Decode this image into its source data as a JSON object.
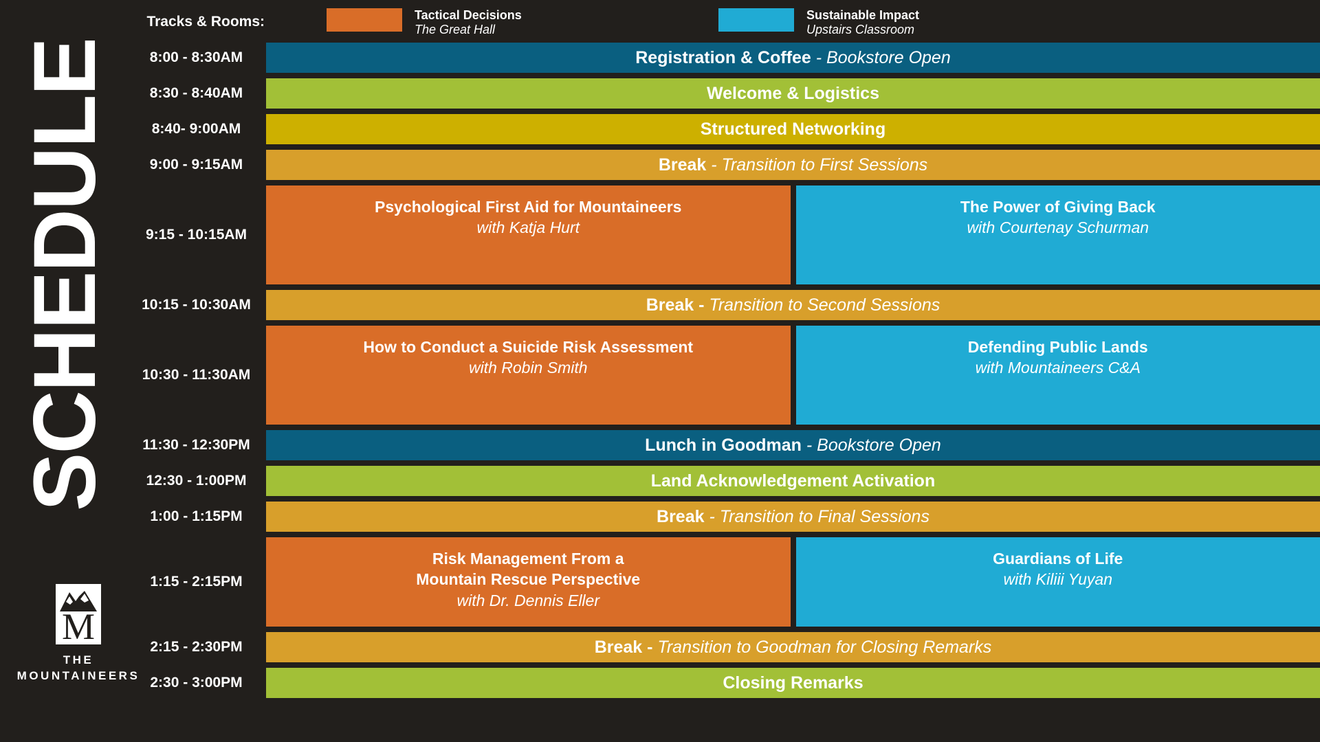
{
  "page": {
    "vertical_title": "SCHEDULE",
    "background_color": "#221f1c"
  },
  "logo": {
    "line1": "THE",
    "line2": "MOUNTAINEERS",
    "mark_name": "mountaineers-m-logo"
  },
  "legend": {
    "label": "Tracks & Rooms:",
    "items": [
      {
        "track": "Tactical Decisions",
        "room": "The Great Hall",
        "color": "#d96d28"
      },
      {
        "track": "Sustainable Impact",
        "room": "Upstairs Classroom",
        "color": "#20abd4"
      }
    ]
  },
  "colors": {
    "registration": "#0a5f80",
    "plenary": "#a2c037",
    "networking": "#cdb000",
    "break": "#d89f2b",
    "tactical": "#d96d28",
    "sustainable": "#20abd4"
  },
  "rows": [
    {
      "time": "8:00 - 8:30AM",
      "height": 46,
      "type": "full",
      "color": "#0a5f80",
      "title": "Registration & Coffee",
      "sub": " - Bookstore Open"
    },
    {
      "time": "8:30 - 8:40AM",
      "height": 46,
      "type": "full",
      "color": "#a2c037",
      "title": "Welcome & Logistics",
      "sub": ""
    },
    {
      "time": "8:40- 9:00AM",
      "height": 46,
      "type": "full",
      "color": "#cdb000",
      "title": "Structured Networking",
      "sub": ""
    },
    {
      "time": "9:00 - 9:15AM",
      "height": 46,
      "type": "full",
      "color": "#d89f2b",
      "title": "Break",
      "sub": " - Transition to First Sessions"
    },
    {
      "time": "9:15 - 10:15AM",
      "height": 152,
      "type": "split",
      "left": {
        "color": "#d96d28",
        "title": "Psychological First Aid for Mountaineers",
        "sub": "with Katja Hurt"
      },
      "right": {
        "color": "#20abd4",
        "title": "The Power of Giving Back",
        "sub": "with Courtenay Schurman"
      }
    },
    {
      "time": "10:15 - 10:30AM",
      "height": 46,
      "type": "full",
      "color": "#d89f2b",
      "title": "Break -",
      "sub": " Transition to Second Sessions"
    },
    {
      "time": "10:30 - 11:30AM",
      "height": 152,
      "type": "split",
      "left": {
        "color": "#d96d28",
        "title": "How to Conduct a Suicide Risk Assessment",
        "sub": "with Robin Smith"
      },
      "right": {
        "color": "#20abd4",
        "title": "Defending Public Lands",
        "sub": "with Mountaineers C&A"
      }
    },
    {
      "time": "11:30 - 12:30PM",
      "height": 46,
      "type": "full",
      "color": "#0a5f80",
      "title": "Lunch in Goodman",
      "sub": " - Bookstore Open"
    },
    {
      "time": "12:30 - 1:00PM",
      "height": 46,
      "type": "full",
      "color": "#a2c037",
      "title": "Land Acknowledgement Activation",
      "sub": ""
    },
    {
      "time": "1:00 - 1:15PM",
      "height": 46,
      "type": "full",
      "color": "#d89f2b",
      "title": "Break",
      "sub": " - Transition to Final Sessions"
    },
    {
      "time": "1:15 - 2:15PM",
      "height": 138,
      "type": "split",
      "left": {
        "color": "#d96d28",
        "title": "Risk Management From a\nMountain Rescue Perspective",
        "sub": "with Dr. Dennis Eller"
      },
      "right": {
        "color": "#20abd4",
        "title": "Guardians of Life",
        "sub": "with Kiliii Yuyan"
      }
    },
    {
      "time": "2:15 - 2:30PM",
      "height": 46,
      "type": "full",
      "color": "#d89f2b",
      "title": "Break -",
      "sub": " Transition to Goodman for Closing Remarks"
    },
    {
      "time": "2:30 - 3:00PM",
      "height": 46,
      "type": "full",
      "color": "#a2c037",
      "title": "Closing Remarks",
      "sub": ""
    }
  ]
}
